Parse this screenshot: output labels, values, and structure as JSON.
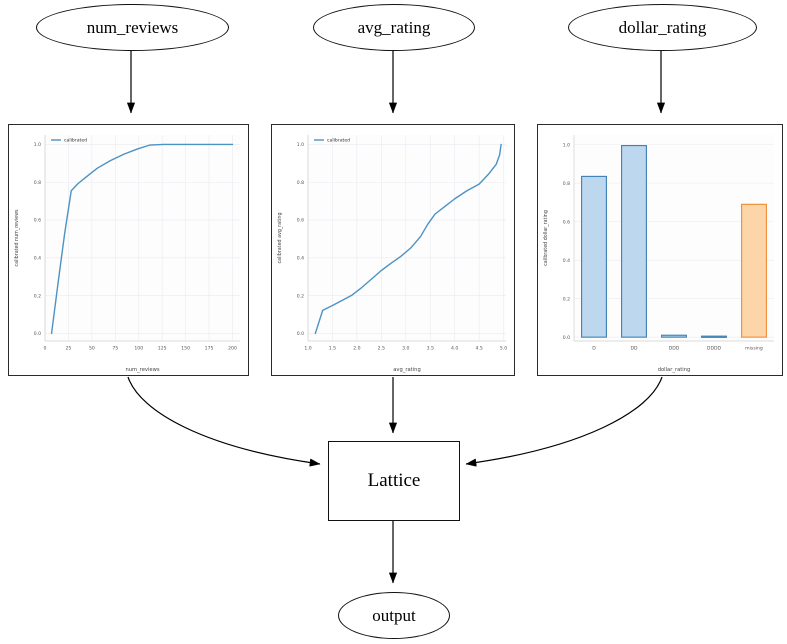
{
  "graph": {
    "inputs": [
      {
        "id": "num_reviews",
        "label": "num_reviews"
      },
      {
        "id": "avg_rating",
        "label": "avg_rating"
      },
      {
        "id": "dollar_rating",
        "label": "dollar_rating"
      }
    ],
    "lattice_label": "Lattice",
    "output_label": "output"
  },
  "chart_data": [
    {
      "type": "line",
      "title": "",
      "xlabel": "num_reviews",
      "ylabel": "calibrated num_reviews",
      "legend": [
        "calibrated"
      ],
      "legend_position": "upper left",
      "grid": true,
      "xlim": [
        0,
        208
      ],
      "ylim": [
        -0.04,
        1.05
      ],
      "xticks": [
        0,
        25,
        50,
        75,
        100,
        125,
        150,
        175,
        200
      ],
      "yticks": [
        0.0,
        0.2,
        0.4,
        0.6,
        0.8,
        1.0
      ],
      "xticklabels": [
        "0",
        "25",
        "50",
        "75",
        "100",
        "125",
        "150",
        "175",
        "200"
      ],
      "yticklabels": [
        "0.0",
        "0.2",
        "0.4",
        "0.6",
        "0.8",
        "1.0"
      ],
      "line_color": "#4c92c3",
      "series": [
        {
          "name": "calibrated",
          "x": [
            7,
            14,
            21,
            28,
            35,
            42,
            49,
            56,
            70,
            84,
            98,
            112,
            126,
            140,
            160,
            180,
            200
          ],
          "y": [
            0.0,
            0.27,
            0.53,
            0.755,
            0.792,
            0.82,
            0.848,
            0.875,
            0.915,
            0.948,
            0.975,
            0.997,
            1.0,
            1.0,
            1.0,
            1.0,
            1.0
          ]
        }
      ]
    },
    {
      "type": "line",
      "title": "",
      "xlabel": "avg_rating",
      "ylabel": "calibrated avg_rating",
      "legend": [
        "calibrated"
      ],
      "legend_position": "upper left",
      "grid": true,
      "xlim": [
        1.0,
        5.05
      ],
      "ylim": [
        -0.04,
        1.05
      ],
      "xticks": [
        1.0,
        1.5,
        2.0,
        2.5,
        3.0,
        3.5,
        4.0,
        4.5,
        5.0
      ],
      "yticks": [
        0.0,
        0.2,
        0.4,
        0.6,
        0.8,
        1.0
      ],
      "xticklabels": [
        "1.0",
        "1.5",
        "2.0",
        "2.5",
        "3.0",
        "3.5",
        "4.0",
        "4.5",
        "5.0"
      ],
      "yticklabels": [
        "0.0",
        "0.2",
        "0.4",
        "0.6",
        "0.8",
        "1.0"
      ],
      "line_color": "#4c92c3",
      "series": [
        {
          "name": "calibrated",
          "x": [
            1.15,
            1.3,
            1.5,
            1.7,
            1.9,
            2.1,
            2.3,
            2.5,
            2.7,
            2.9,
            3.1,
            3.3,
            3.45,
            3.6,
            3.8,
            4.0,
            4.25,
            4.5,
            4.7,
            4.85,
            4.92,
            4.95
          ],
          "y": [
            0.0,
            0.122,
            0.148,
            0.175,
            0.203,
            0.243,
            0.288,
            0.333,
            0.372,
            0.408,
            0.452,
            0.512,
            0.578,
            0.632,
            0.672,
            0.712,
            0.755,
            0.79,
            0.845,
            0.895,
            0.945,
            1.0
          ]
        }
      ]
    },
    {
      "type": "bar",
      "title": "",
      "xlabel": "dollar_rating",
      "ylabel": "calibrated dollar_rating",
      "grid": true,
      "ylim": [
        -0.02,
        1.05
      ],
      "yticks": [
        0.0,
        0.2,
        0.4,
        0.6,
        0.8,
        1.0
      ],
      "yticklabels": [
        "0.0",
        "0.2",
        "0.4",
        "0.6",
        "0.8",
        "1.0"
      ],
      "categories": [
        "D",
        "DD",
        "DDD",
        "DDDD",
        "missing"
      ],
      "values": [
        0.835,
        0.995,
        0.01,
        0.0,
        0.69
      ],
      "bar_colors": [
        "#bdd7ee",
        "#bdd7ee",
        "#bdd7ee",
        "#bdd7ee",
        "#fcd5a8"
      ],
      "bar_edge_colors": [
        "#3a7fb5",
        "#3a7fb5",
        "#3a7fb5",
        "#3a7fb5",
        "#ed8b33"
      ]
    }
  ]
}
